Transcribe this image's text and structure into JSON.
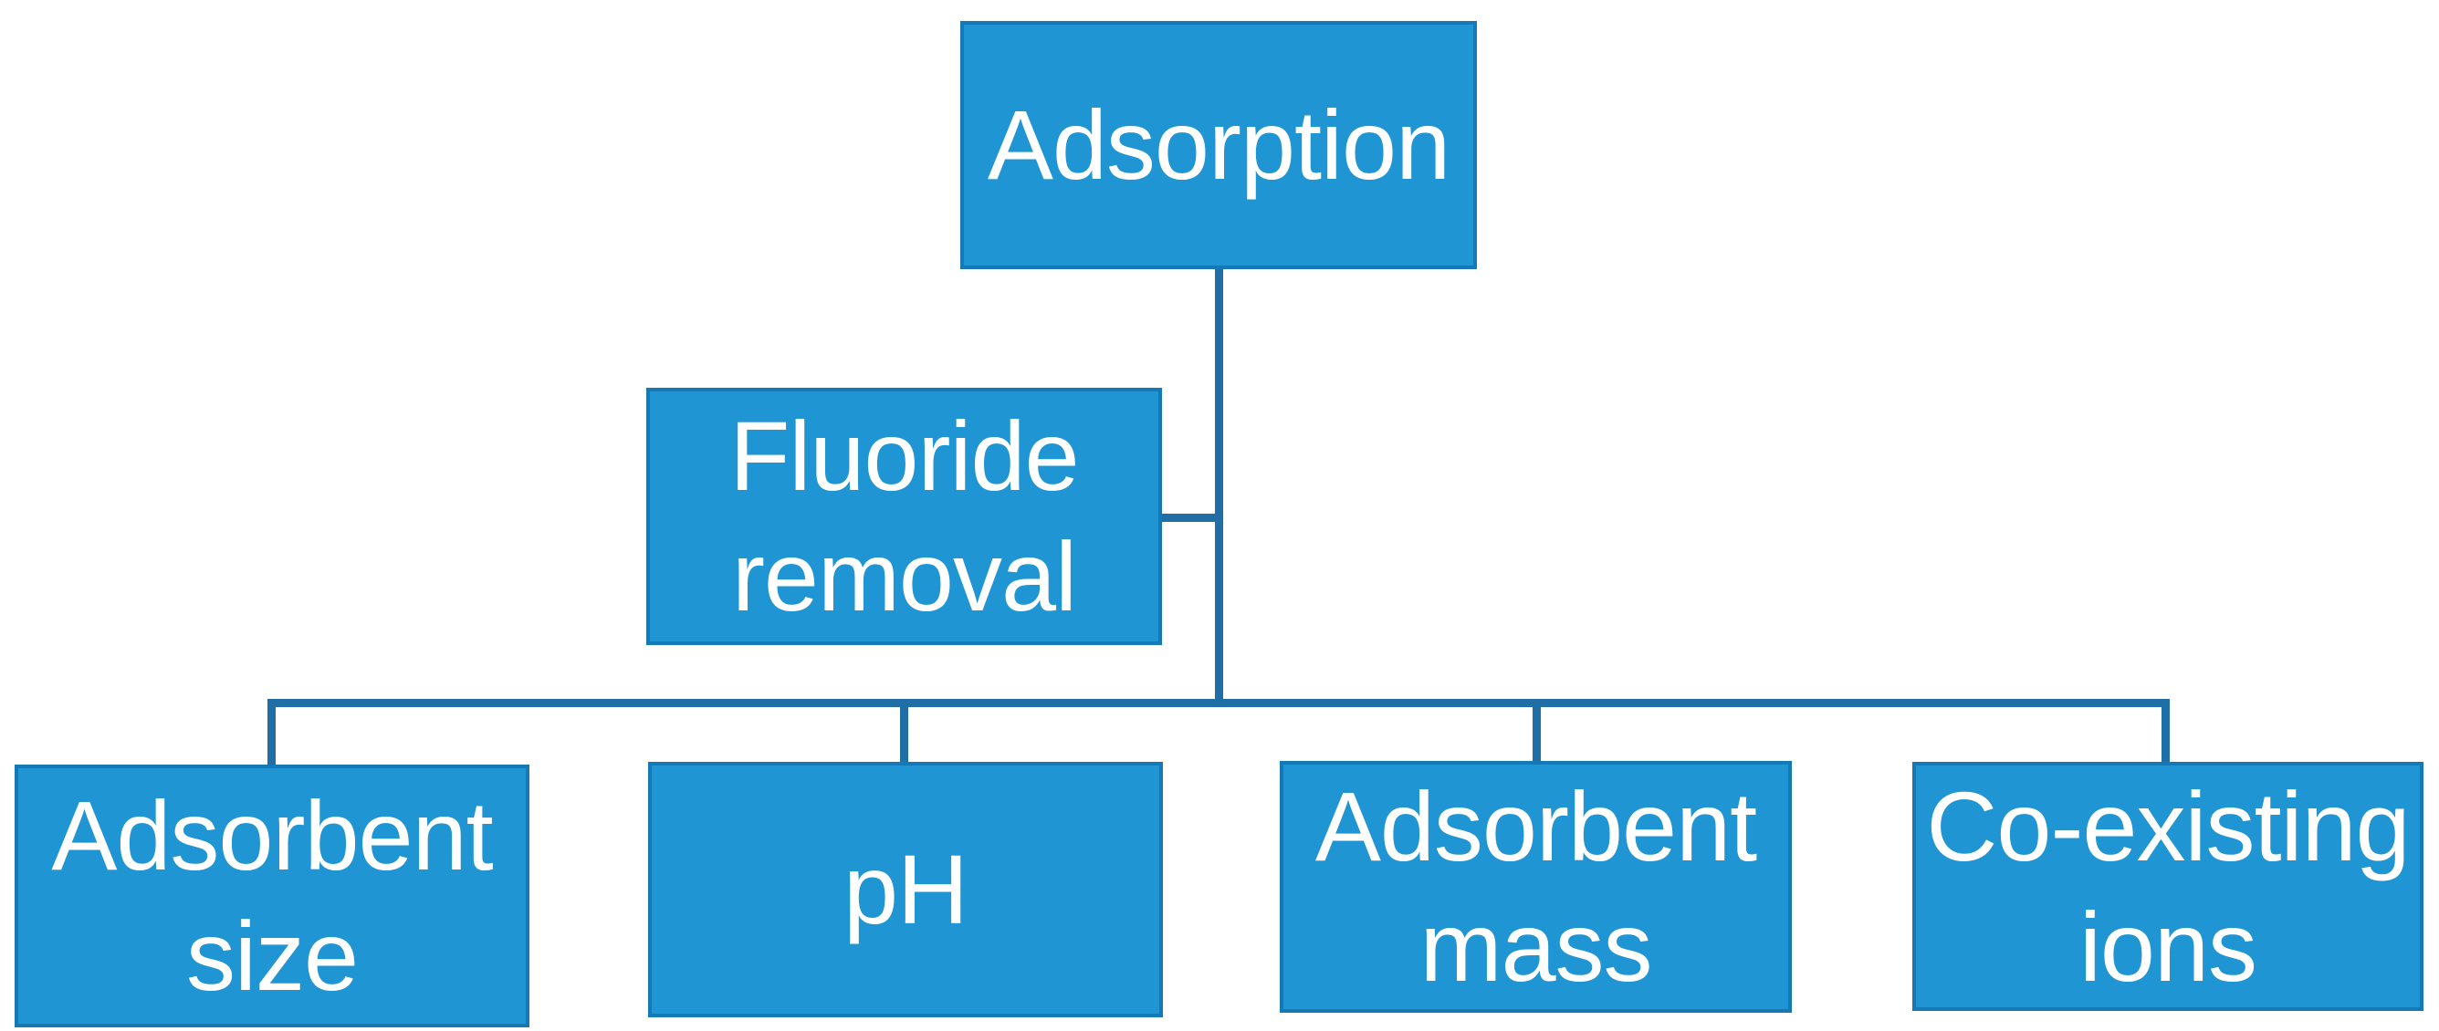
{
  "diagram": {
    "nodes": {
      "root": {
        "label": "Adsorption"
      },
      "side": {
        "label": "Fluoride removal"
      },
      "children": [
        {
          "label": "Adsorbent size"
        },
        {
          "label": "pH"
        },
        {
          "label": "Adsorbent mass"
        },
        {
          "label": "Co-existing ions"
        }
      ]
    },
    "colors": {
      "box_fill": "#2095D3",
      "box_border": "#1579B8",
      "connector": "#1F6EA5",
      "text": "#FFFFFF",
      "background": "#FFFFFF"
    }
  }
}
